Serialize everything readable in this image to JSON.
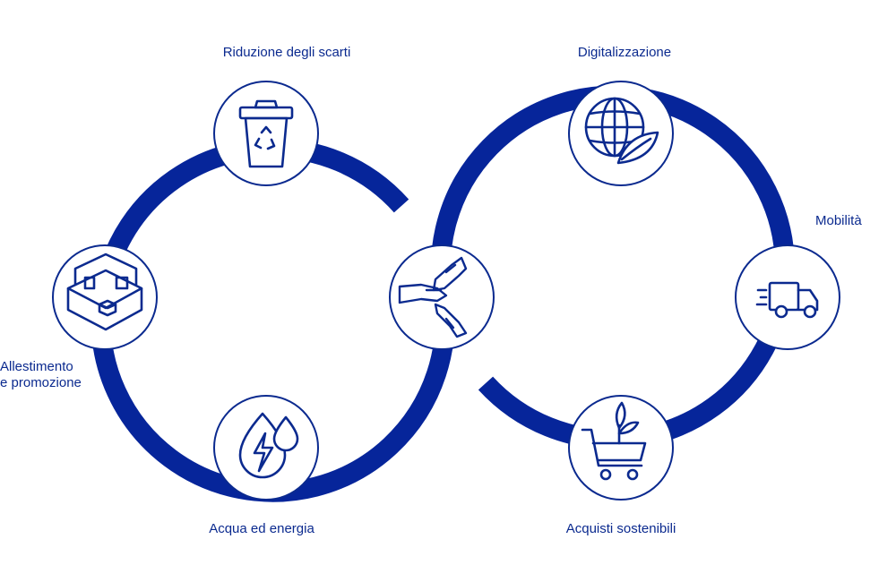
{
  "colors": {
    "ring": "#06259a",
    "icon": "#0b2a8f",
    "badge_fill": "#ffffff",
    "text": "#0b2a8f",
    "background": "#ffffff"
  },
  "topics": {
    "waste": {
      "label": "Riduzione degli scarti",
      "icon": "recycle-bin-icon"
    },
    "digital": {
      "label": "Digitalizzazione",
      "icon": "globe-leaf-icon"
    },
    "mobility": {
      "label": "Mobilità",
      "icon": "delivery-truck-icon"
    },
    "display": {
      "label_line1": "Allestimento",
      "label_line2": "e promozione",
      "icon": "room-box-icon"
    },
    "water_energy": {
      "label": "Acqua ed energia",
      "icon": "water-energy-drop-icon"
    },
    "purchasing": {
      "label": "Acquisti sostenibili",
      "icon": "shopping-cart-plant-icon"
    },
    "collaboration": {
      "icon": "joined-hands-icon"
    }
  }
}
